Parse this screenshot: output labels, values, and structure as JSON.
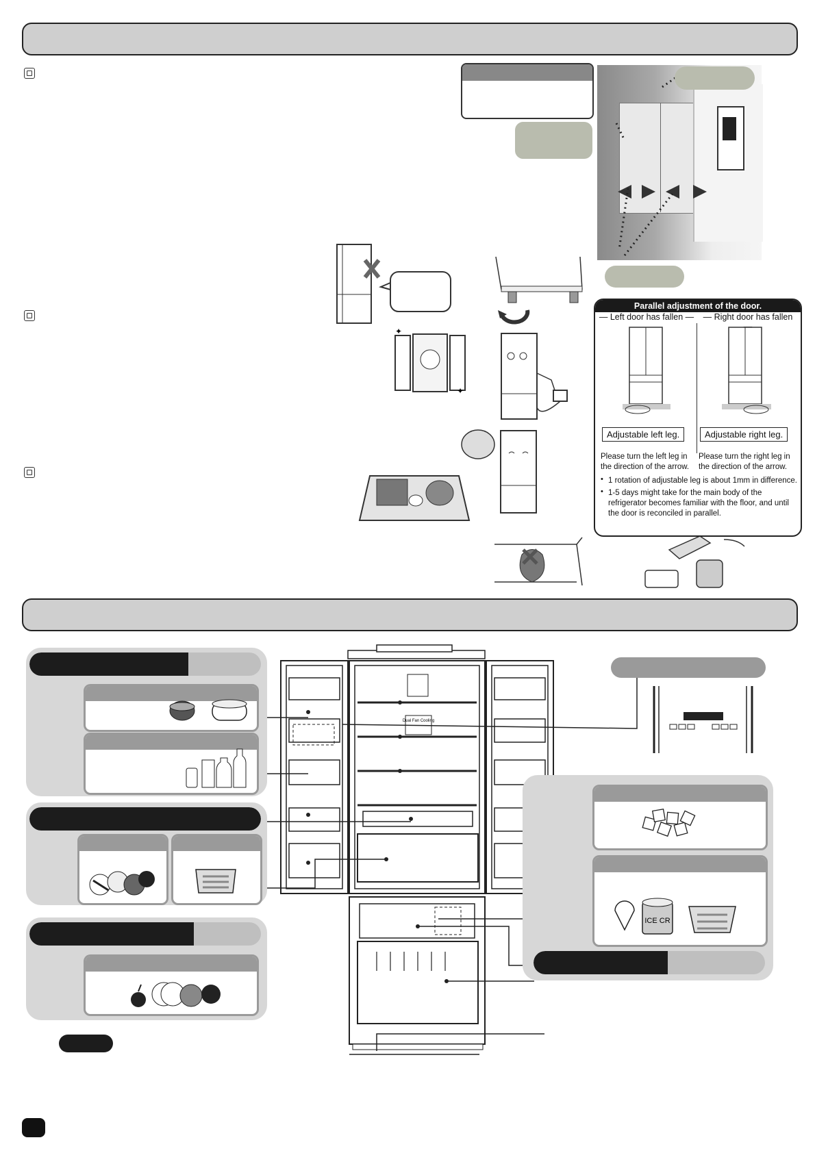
{
  "parallel_adjust": {
    "title": "Parallel adjustment of the door.",
    "left_header": "— Left door has fallen —",
    "right_header": "— Right door has fallen —",
    "left_leg": "Adjustable left leg.",
    "right_leg": "Adjustable right leg.",
    "left_instruction": "Please turn the left leg in the direction of the arrow.",
    "right_instruction": "Please turn the right leg in the direction of the arrow.",
    "note1": "1 rotation of adjustable leg is about 1mm in difference.",
    "note2": "1-5 days might take for the main body of the refrigerator becomes familiar with the floor, and until the door is reconciled in parallel."
  },
  "diagram": {
    "shelf_label": "Dual Fan Cooling",
    "icecream_label": "ICE CR"
  }
}
